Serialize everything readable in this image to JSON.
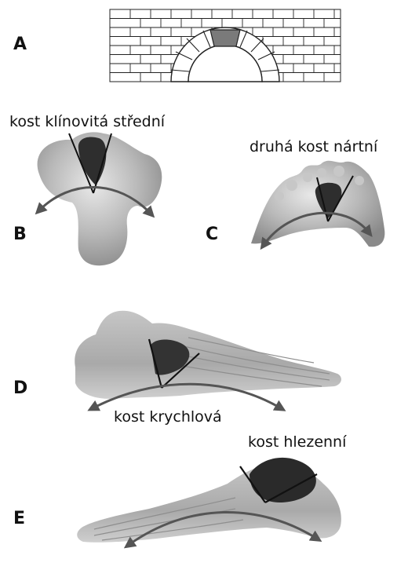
{
  "panels": {
    "a": {
      "letter": "A"
    },
    "b": {
      "letter": "B",
      "caption": "kost klínovitá střední"
    },
    "c": {
      "letter": "C",
      "caption": "druhá kost nártní"
    },
    "d": {
      "letter": "D",
      "caption": "kost krychlová"
    },
    "e": {
      "letter": "E",
      "caption": "kost hlezenní"
    }
  },
  "colors": {
    "bone_light": "#d4d4d4",
    "bone_mid": "#a8a8a8",
    "bone_dark": "#7c7c7c",
    "keystone": "#3a3a3a",
    "arrow": "#5a5a5a",
    "ink": "#111111"
  }
}
